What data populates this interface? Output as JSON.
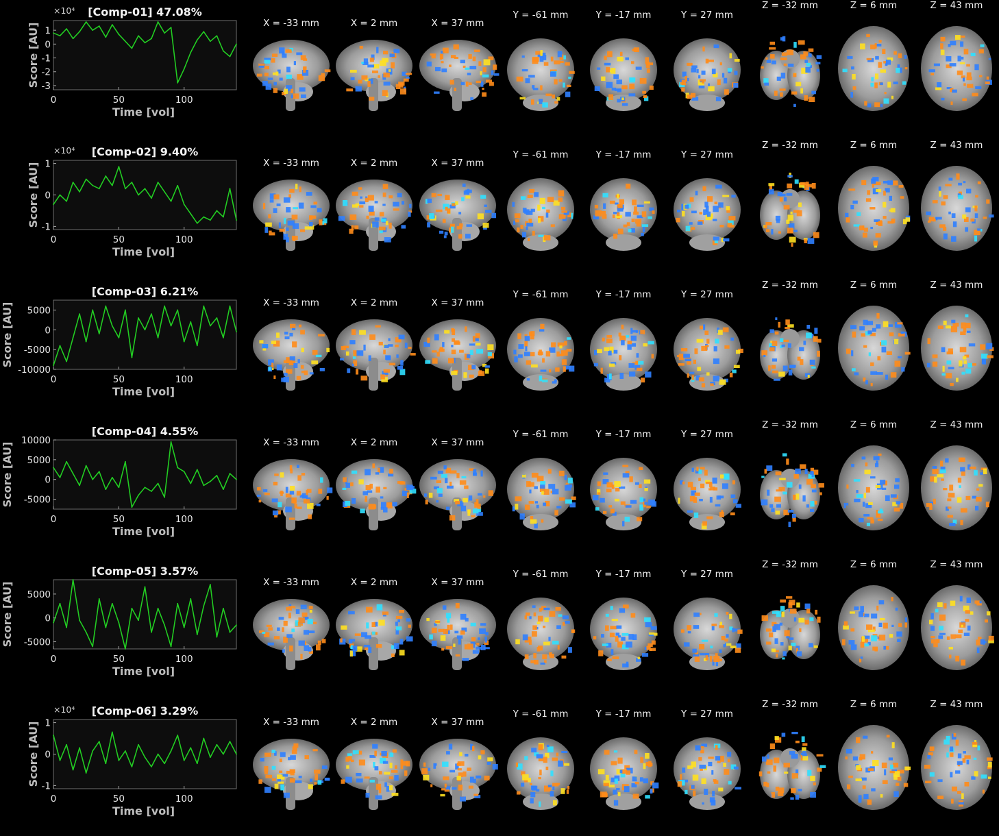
{
  "figure": {
    "xlabel": "Time [vol]",
    "ylabel": "Score [AU]"
  },
  "slice_labels": {
    "sagittal": [
      "X = -33 mm",
      "X = 2 mm",
      "X = 37 mm"
    ],
    "coronal": [
      "Y = -61 mm",
      "Y = -17 mm",
      "Y = 27 mm"
    ],
    "axial": [
      "Z = -32 mm",
      "Z = 6 mm",
      "Z = 43 mm"
    ]
  },
  "colors": {
    "background": "#000000",
    "plot_bg": "#0d0d0d",
    "trace": "#22cc22",
    "positive_map": "#ff8c1a",
    "positive_peak": "#ffe020",
    "negative_map": "#2f7fff",
    "negative_peak": "#30e0ff",
    "brain_gray": "#9a9a9a"
  },
  "chart_data": [
    {
      "type": "line",
      "title": "[Comp-01] 47.08%",
      "xlabel": "Time [vol]",
      "ylabel": "Score [AU]",
      "multiplier": "×10⁴",
      "xlim": [
        0,
        140
      ],
      "ylim": [
        -3.3,
        1.7
      ],
      "xticks": [
        0,
        50,
        100
      ],
      "yticks": [
        1,
        0,
        -1,
        -2,
        -3
      ],
      "x": [
        0,
        5,
        10,
        15,
        20,
        25,
        30,
        35,
        40,
        45,
        50,
        55,
        60,
        65,
        70,
        75,
        80,
        85,
        90,
        95,
        100,
        105,
        110,
        115,
        120,
        125,
        130,
        135,
        140
      ],
      "values": [
        0.8,
        0.6,
        1.1,
        0.4,
        0.9,
        1.6,
        1.0,
        1.3,
        0.5,
        1.4,
        0.7,
        0.2,
        -0.3,
        0.6,
        0.1,
        0.4,
        1.6,
        0.8,
        1.2,
        -2.8,
        -1.8,
        -0.6,
        0.3,
        0.9,
        0.2,
        0.6,
        -0.5,
        -0.9,
        0.0
      ]
    },
    {
      "type": "line",
      "title": "[Comp-02] 9.40%",
      "xlabel": "Time [vol]",
      "ylabel": "Score [AU]",
      "multiplier": "×10⁴",
      "xlim": [
        0,
        140
      ],
      "ylim": [
        -1.1,
        1.1
      ],
      "xticks": [
        0,
        50,
        100
      ],
      "yticks": [
        1,
        0,
        -1
      ],
      "x": [
        0,
        5,
        10,
        15,
        20,
        25,
        30,
        35,
        40,
        45,
        50,
        55,
        60,
        65,
        70,
        75,
        80,
        85,
        90,
        95,
        100,
        105,
        110,
        115,
        120,
        125,
        130,
        135,
        140
      ],
      "values": [
        -0.3,
        0.0,
        -0.2,
        0.4,
        0.1,
        0.5,
        0.3,
        0.2,
        0.6,
        0.3,
        0.9,
        0.2,
        0.4,
        0.0,
        0.2,
        -0.1,
        0.4,
        0.1,
        -0.2,
        0.3,
        -0.3,
        -0.6,
        -0.9,
        -0.7,
        -0.8,
        -0.5,
        -0.7,
        0.2,
        -0.8
      ]
    },
    {
      "type": "line",
      "title": "[Comp-03] 6.21%",
      "xlabel": "Time [vol]",
      "ylabel": "Score [AU]",
      "multiplier": "",
      "xlim": [
        0,
        140
      ],
      "ylim": [
        -10000,
        7500
      ],
      "xticks": [
        0,
        50,
        100
      ],
      "yticks": [
        5000,
        0,
        -5000,
        -10000
      ],
      "x": [
        0,
        5,
        10,
        15,
        20,
        25,
        30,
        35,
        40,
        45,
        50,
        55,
        60,
        65,
        70,
        75,
        80,
        85,
        90,
        95,
        100,
        105,
        110,
        115,
        120,
        125,
        130,
        135,
        140
      ],
      "values": [
        -9000,
        -4000,
        -8000,
        -2000,
        4000,
        -3000,
        5000,
        -1000,
        6000,
        1000,
        -2000,
        5000,
        -7000,
        3000,
        0,
        4000,
        -2000,
        6000,
        1000,
        5000,
        -3000,
        2000,
        -4000,
        6000,
        1000,
        3000,
        -2000,
        6000,
        -500
      ]
    },
    {
      "type": "line",
      "title": "[Comp-04] 4.55%",
      "xlabel": "Time [vol]",
      "ylabel": "Score [AU]",
      "multiplier": "",
      "xlim": [
        0,
        140
      ],
      "ylim": [
        -7500,
        10000
      ],
      "xticks": [
        0,
        50,
        100
      ],
      "yticks": [
        10000,
        5000,
        0,
        -5000
      ],
      "x": [
        0,
        5,
        10,
        15,
        20,
        25,
        30,
        35,
        40,
        45,
        50,
        55,
        60,
        65,
        70,
        75,
        80,
        85,
        90,
        95,
        100,
        105,
        110,
        115,
        120,
        125,
        130,
        135,
        140
      ],
      "values": [
        3000,
        500,
        4500,
        1500,
        -1500,
        3500,
        0,
        2000,
        -2500,
        500,
        -2000,
        4500,
        -7000,
        -4000,
        -2000,
        -3000,
        -1000,
        -4500,
        9500,
        3000,
        2000,
        -1000,
        2500,
        -1500,
        -500,
        1000,
        -2500,
        1500,
        0
      ]
    },
    {
      "type": "line",
      "title": "[Comp-05] 3.57%",
      "xlabel": "Time [vol]",
      "ylabel": "Score [AU]",
      "multiplier": "",
      "xlim": [
        0,
        140
      ],
      "ylim": [
        -6500,
        8000
      ],
      "xticks": [
        0,
        50,
        100
      ],
      "yticks": [
        5000,
        0,
        -5000
      ],
      "x": [
        0,
        5,
        10,
        15,
        20,
        25,
        30,
        35,
        40,
        45,
        50,
        55,
        60,
        65,
        70,
        75,
        80,
        85,
        90,
        95,
        100,
        105,
        110,
        115,
        120,
        125,
        130,
        135,
        140
      ],
      "values": [
        -1000,
        3000,
        -2000,
        8000,
        -500,
        -3000,
        -6000,
        4000,
        -2000,
        3000,
        -1000,
        -6500,
        2000,
        -500,
        6500,
        -3000,
        2000,
        -1500,
        -6000,
        3000,
        -2000,
        4000,
        -3500,
        2500,
        7000,
        -4000,
        2000,
        -3000,
        -1500
      ]
    },
    {
      "type": "line",
      "title": "[Comp-06] 3.29%",
      "xlabel": "Time [vol]",
      "ylabel": "Score [AU]",
      "multiplier": "×10⁴",
      "xlim": [
        0,
        140
      ],
      "ylim": [
        -1.1,
        1.1
      ],
      "xticks": [
        0,
        50,
        100
      ],
      "yticks": [
        1,
        0,
        -1
      ],
      "x": [
        0,
        5,
        10,
        15,
        20,
        25,
        30,
        35,
        40,
        45,
        50,
        55,
        60,
        65,
        70,
        75,
        80,
        85,
        90,
        95,
        100,
        105,
        110,
        115,
        120,
        125,
        130,
        135,
        140
      ],
      "values": [
        0.6,
        -0.2,
        0.3,
        -0.5,
        0.2,
        -0.6,
        0.1,
        0.4,
        -0.3,
        0.7,
        -0.2,
        0.1,
        -0.4,
        0.3,
        -0.1,
        -0.4,
        0.0,
        -0.3,
        0.1,
        0.6,
        -0.2,
        0.2,
        -0.3,
        0.5,
        -0.1,
        0.3,
        0.0,
        0.4,
        0.0
      ]
    }
  ]
}
